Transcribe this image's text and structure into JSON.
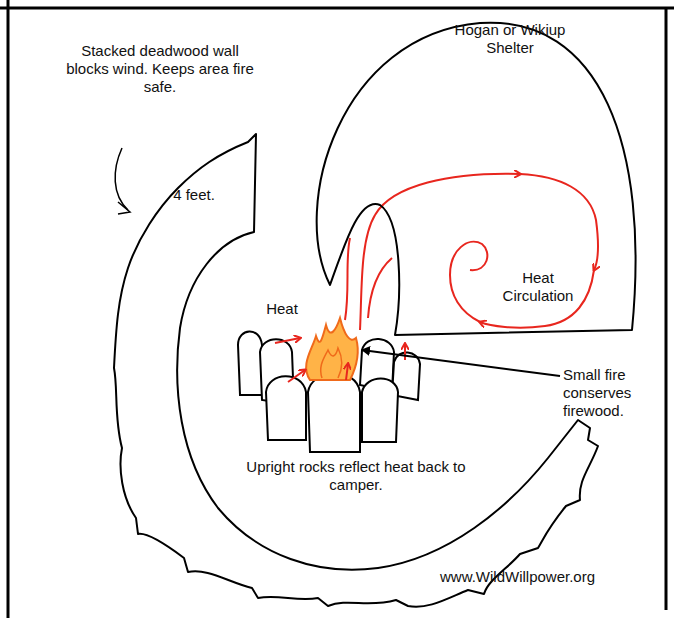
{
  "diagram": {
    "nodes": [
      {
        "text": [
          "4 feet."
        ]
      },
      {
        "text": [
          "Hogan or Wikiup Shelter",
          "Heat Circulation"
        ]
      }
    ],
    "labels": [
      "Stacked deadwood wall blocks wind. Keeps area fire safe.",
      "Heat",
      "Small fire conserves firewood.",
      "Upright rocks reflect heat back to camper.",
      "www.WildWillpower.org"
    ]
  }
}
